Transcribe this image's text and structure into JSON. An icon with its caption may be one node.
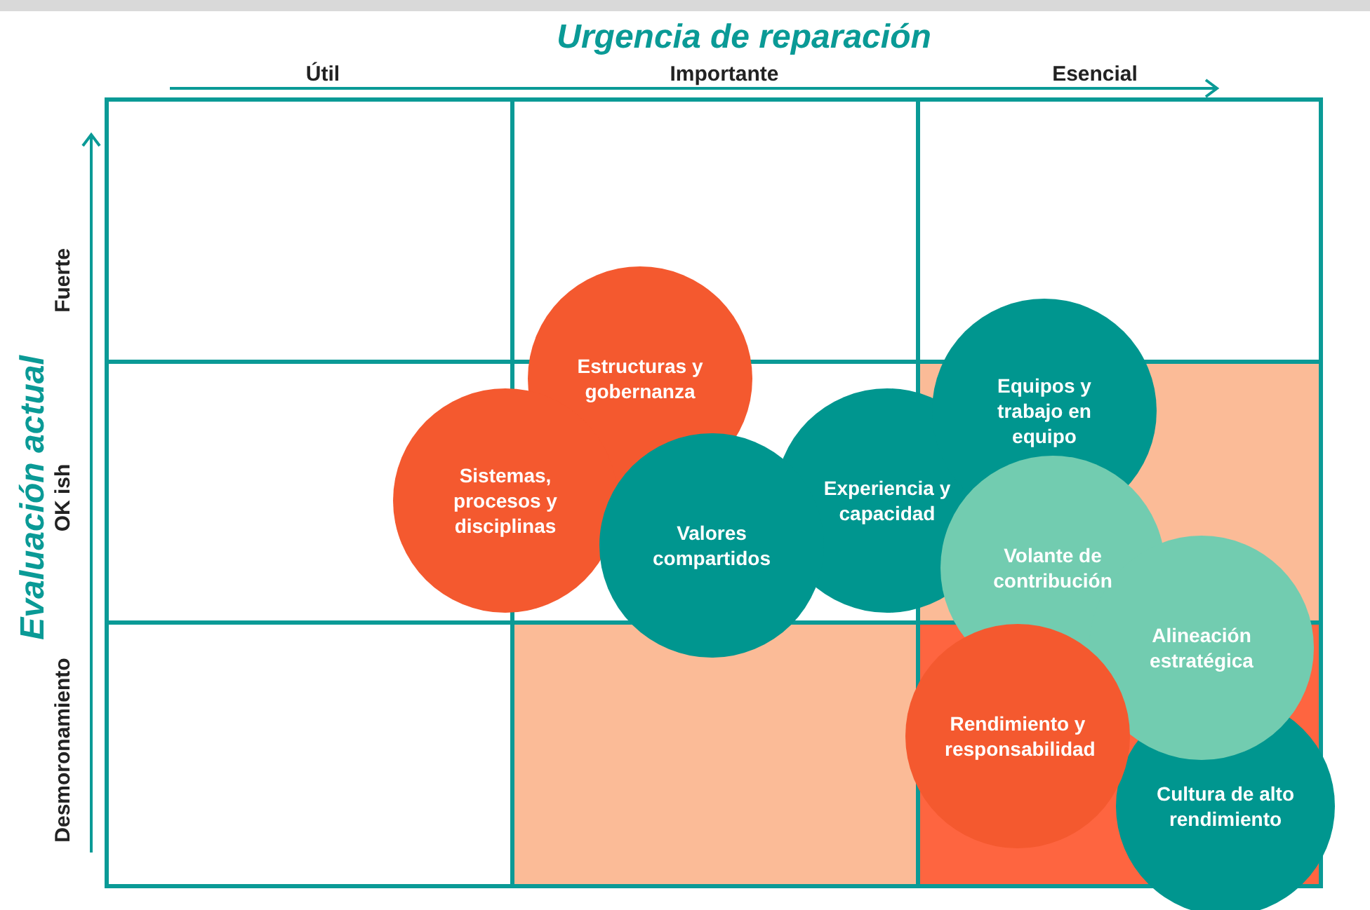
{
  "diagram": {
    "nodes": [
      {
        "text": [
          "Estructuras y gobernanza"
        ]
      },
      {
        "text": [
          "Sistemas, procesos y disciplinas"
        ]
      },
      {
        "text": [
          "Valores compartidos"
        ]
      },
      {
        "text": [
          "Experiencia y capacidad"
        ]
      },
      {
        "text": [
          "Equipos y trabajo en equipo"
        ]
      },
      {
        "text": [
          "Volante de contribución"
        ]
      },
      {
        "text": [
          "Alineación estratégica"
        ]
      },
      {
        "text": [
          "Rendimiento y responsabilidad"
        ]
      },
      {
        "text": [
          "Cultura de alto rendimiento"
        ]
      }
    ],
    "edges": [],
    "labels": [
      "Urgencia de reparación",
      "Útil",
      "Importante",
      "Esencial",
      "Evaluación actual",
      "Fuerte",
      "OK ish",
      "Desmoronamiento"
    ]
  }
}
